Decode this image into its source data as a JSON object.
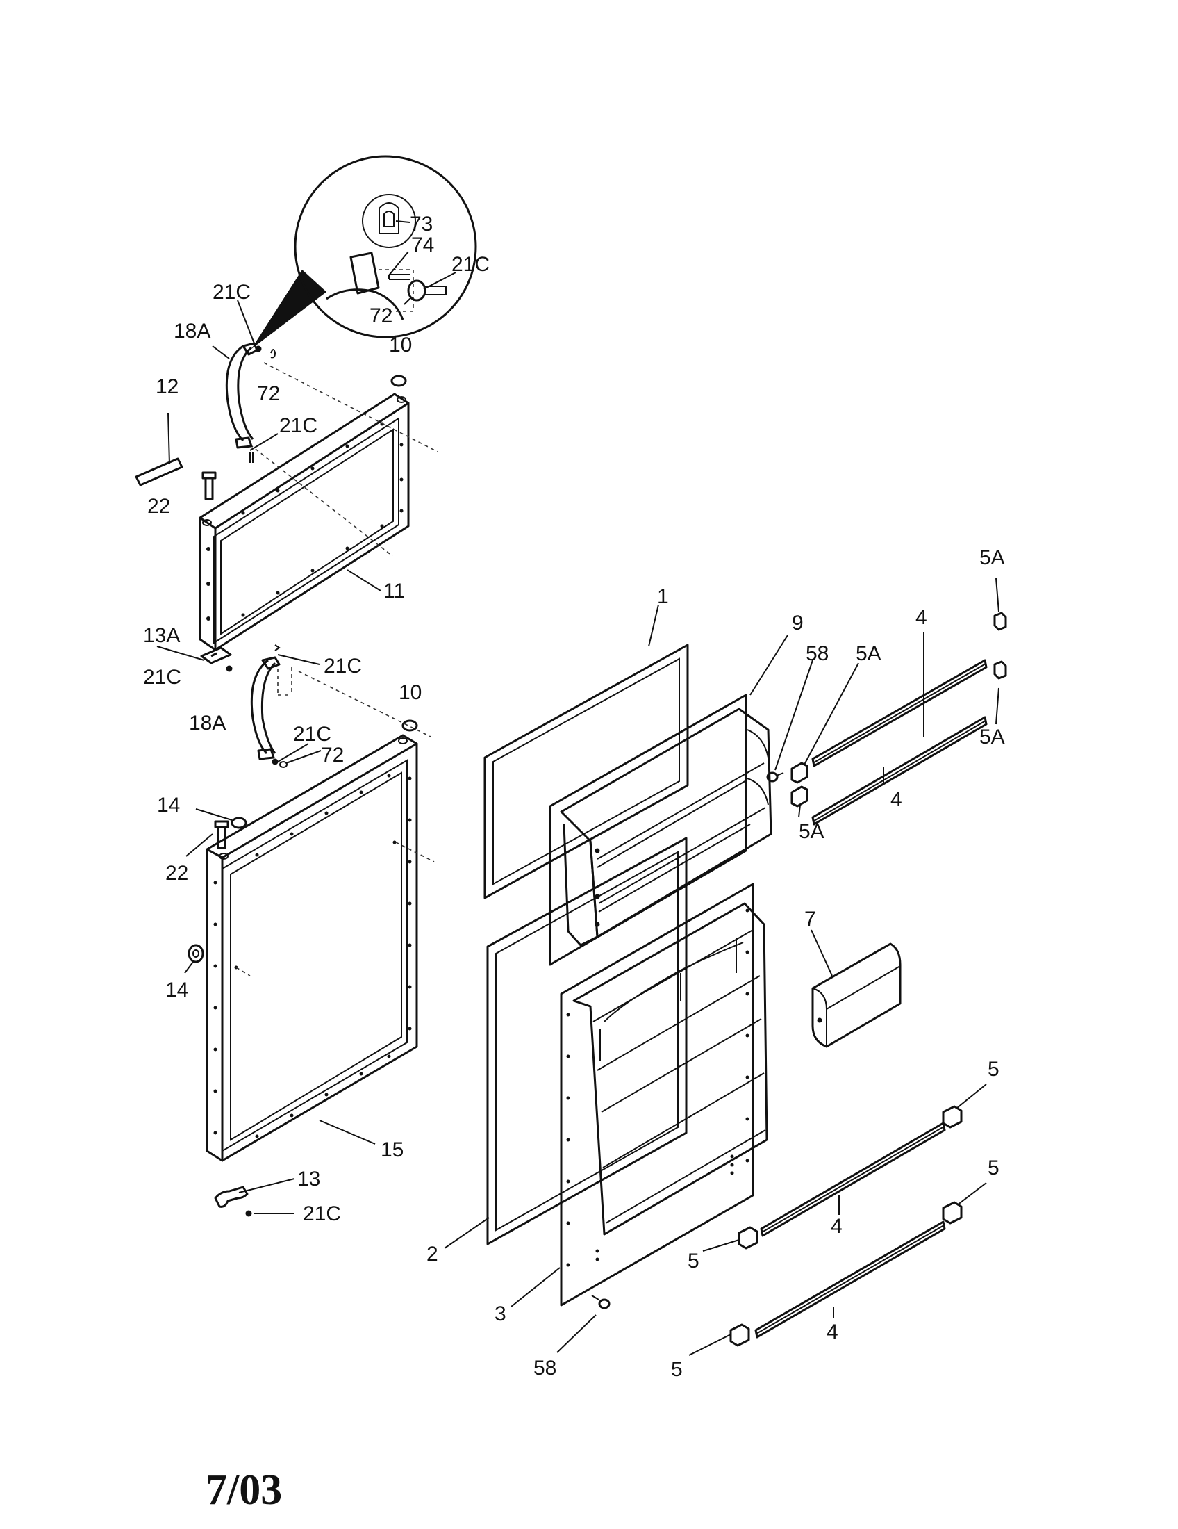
{
  "footer": {
    "date": "7/03"
  },
  "labels": {
    "p73": "73",
    "p74": "74",
    "p21c_detail": "21C",
    "p72_detail": "72",
    "p21c_top_handle": "21C",
    "p18a_top": "18A",
    "p72_top": "72",
    "p10_top": "10",
    "p12": "12",
    "p21c_top_lower": "21C",
    "p22_top": "22",
    "p11": "11",
    "p13a": "13A",
    "p21c_hinge_left": "21C",
    "p21c_bottom_handle": "21C",
    "p18a_bottom": "18A",
    "p10_bottom": "10",
    "p21c_bottom_lower": "21C",
    "p72_bottom": "72",
    "p14_top": "14",
    "p22_bottom": "22",
    "p14_side": "14",
    "p15": "15",
    "p13": "13",
    "p21c_hinge_bottom": "21C",
    "p1": "1",
    "p9": "9",
    "p58_top": "58",
    "p5a_mid": "5A",
    "p4_top": "4",
    "p5a_top_right": "5A",
    "p5a_right": "5A",
    "p4_second": "4",
    "p5a_low": "5A",
    "p7": "7",
    "p5_a": "5",
    "p5_b": "5",
    "p4_mid": "4",
    "p5_c": "5",
    "p2": "2",
    "p3": "3",
    "p4_bottom": "4",
    "p58_bottom": "58",
    "p5_d": "5"
  }
}
